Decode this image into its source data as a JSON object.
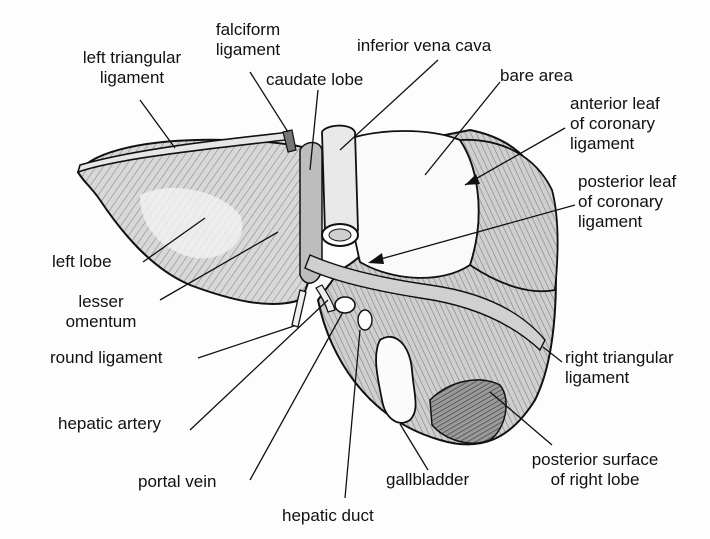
{
  "labels": {
    "left_triangular_ligament": [
      "left triangular",
      "ligament"
    ],
    "falciform_ligament": [
      "falciform",
      "ligament"
    ],
    "caudate_lobe": "caudate lobe",
    "inferior_vena_cava": "inferior vena cava",
    "bare_area": "bare area",
    "anterior_leaf": [
      "anterior leaf",
      "of coronary",
      "ligament"
    ],
    "posterior_leaf": [
      "posterior leaf",
      "of coronary",
      "ligament"
    ],
    "left_lobe": "left lobe",
    "lesser_omentum": [
      "lesser",
      "omentum"
    ],
    "round_ligament": "round ligament",
    "right_triangular_ligament": [
      "right triangular",
      "ligament"
    ],
    "hepatic_artery": "hepatic artery",
    "posterior_surface": [
      "posterior surface",
      "of right lobe"
    ],
    "portal_vein": "portal vein",
    "gallbladder": "gallbladder",
    "hepatic_duct": "hepatic duct"
  },
  "colors": {
    "ink": "#111111",
    "paper": "#fdfdfd",
    "shade": "#c8c8c8",
    "dark_shade": "#6e6e6e"
  }
}
